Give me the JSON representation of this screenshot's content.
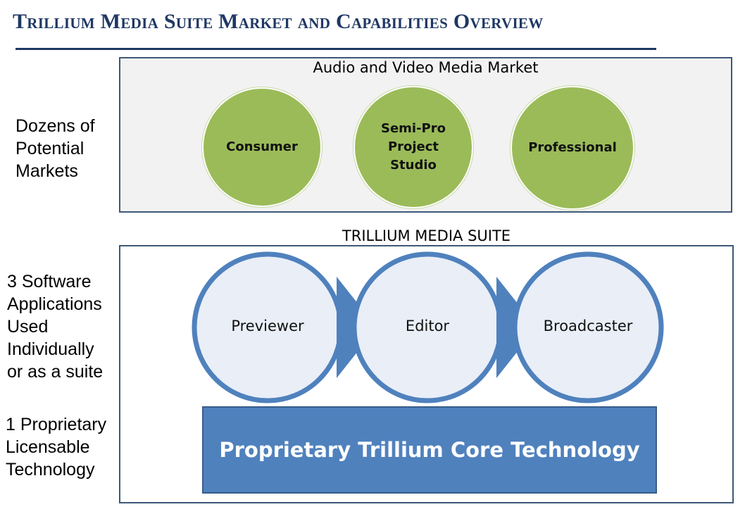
{
  "title": "Trillium Media Suite Market and Capabilities Overview",
  "side_labels": {
    "markets": "Dozens of\nPotential\nMarkets",
    "apps": "3 Software\nApplications\nUsed\nIndividually\nor as a suite",
    "technology": "1 Proprietary\nLicensable\nTechnology"
  },
  "market_panel": {
    "title": "Audio and Video Media Market",
    "segments": [
      "Consumer",
      "Semi-Pro\nProject\nStudio",
      "Professional"
    ]
  },
  "suite_panel": {
    "title": "TRILLIUM MEDIA SUITE",
    "applications": [
      "Previewer",
      "Editor",
      "Broadcaster"
    ],
    "core": "Proprietary Trillium Core Technology"
  },
  "colors": {
    "title": "#1f3864",
    "panel_border": "#3f5879",
    "market_circle": "#9bbb59",
    "app_circle_fill": "#e9eef7",
    "app_circle_ring": "#4f81bd",
    "core_fill": "#4f81bd"
  }
}
